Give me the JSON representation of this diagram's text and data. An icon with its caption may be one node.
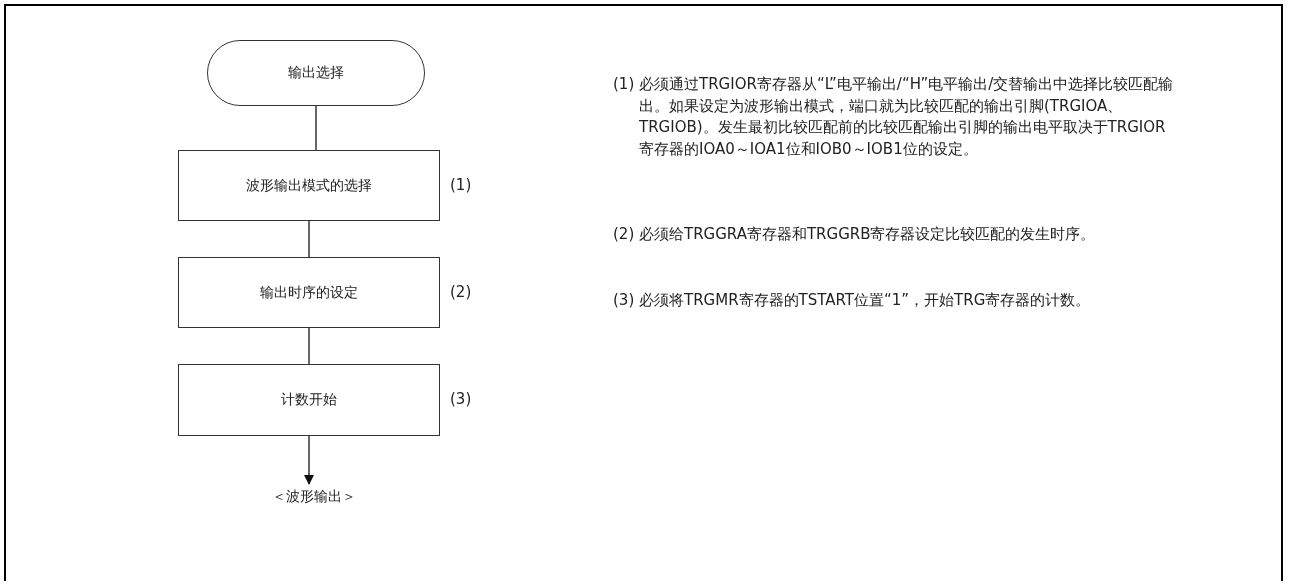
{
  "diagram": {
    "nodes": [
      {
        "text": [
          "输出选择"
        ]
      },
      {
        "text": [
          "波形输出模式的选择"
        ],
        "beside": [
          "(1)"
        ]
      },
      {
        "text": [
          "输出时序的设定"
        ],
        "beside": [
          "(2)"
        ]
      },
      {
        "text": [
          "计数开始"
        ],
        "beside": [
          "(3)"
        ]
      },
      {
        "text": [
          "＜波形输出＞"
        ]
      }
    ],
    "edges": [
      {
        "from": 0,
        "to": 1,
        "arrow": "none"
      },
      {
        "from": 1,
        "to": 2,
        "arrow": "none"
      },
      {
        "from": 2,
        "to": 3,
        "arrow": "none"
      },
      {
        "from": 3,
        "to": 4,
        "arrow": "to"
      }
    ],
    "labels": [
      "(1) 必须通过TRGIOR寄存器从“L”电平输出/“H”电平输出/交替输出中选择比较匹配输出。如果设定为波形输出模式，端口就为比较匹配的输出引脚(TRGIOA、TRGIOB)。发生最初比较匹配前的比较匹配输出引脚的输出电平取决于TRGIOR寄存器的IOA0～IOA1位和IOB0～IOB1位的设定。",
      "(2) 必须给TRGGRA寄存器和TRGGRB寄存器设定比较匹配的发生时序。",
      "(3) 必须将TRGMR寄存器的TSTART位置“1”，开始TRG寄存器的计数。"
    ]
  }
}
